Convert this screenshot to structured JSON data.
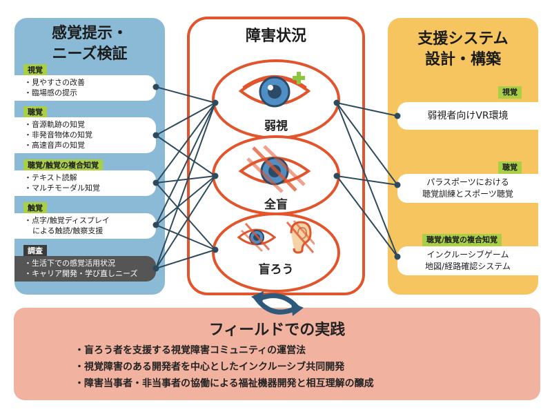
{
  "left_panel": {
    "title_line1": "感覚提示・",
    "title_line2": "ニーズ検証",
    "groups": [
      {
        "tag": "視覚",
        "items": [
          "・見やすさの改善",
          "・臨場感の提示"
        ]
      },
      {
        "tag": "聴覚",
        "items": [
          "・音源軌跡の知覚",
          "・非発音物体の知覚",
          "・高速音声の知覚"
        ]
      },
      {
        "tag": "聴覚/触覚の複合知覚",
        "items": [
          "・テキスト読解",
          "・マルチモーダル知覚"
        ]
      },
      {
        "tag": "触覚",
        "items": [
          "・点字/触覚ディスプレイ",
          "による触読/触察支援"
        ]
      },
      {
        "tag": "調査",
        "items": [
          "・生活下での感覚活用状況",
          "・キャリア開発・学び直しニーズ"
        ]
      }
    ]
  },
  "center_panel": {
    "title": "障害状況",
    "conditions": [
      "弱視",
      "全盲",
      "盲ろう"
    ]
  },
  "right_panel": {
    "title_line1": "支援システム",
    "title_line2": "設計・構築",
    "groups": [
      {
        "tag": "視覚",
        "lines": [
          "弱視者向けVR環境"
        ]
      },
      {
        "tag": "聴覚",
        "lines": [
          "パラスポーツにおける",
          "聴覚訓練とスポーツ聴覚"
        ]
      },
      {
        "tag": "聴覚/触覚の複合知覚",
        "lines": [
          "インクルーシブゲーム",
          "地図/経路確認システム"
        ]
      }
    ]
  },
  "bottom_panel": {
    "title": "フィールドでの実践",
    "bullets": [
      "・盲ろう者を支援する視覚障害コミュニティの運営法",
      "・視覚障害のある開発者を中心としたインクルーシブ共同開発",
      "・障害当事者・非当事者の協働による福祉機器開発と相互理解の醸成"
    ]
  },
  "colors": {
    "left_bg": "#8bbad6",
    "right_bg": "#f7c55f",
    "accent_red": "#e2542b",
    "tag_green": "#a9cf46",
    "connector": "#2d4a5c",
    "bottom_bg": "#f2b2a0"
  },
  "icons": [
    "eye-plus-icon",
    "eye-crossed-icon",
    "eye-small-crossed-icon",
    "ear-crossed-icon",
    "cycle-arrows-icon"
  ]
}
